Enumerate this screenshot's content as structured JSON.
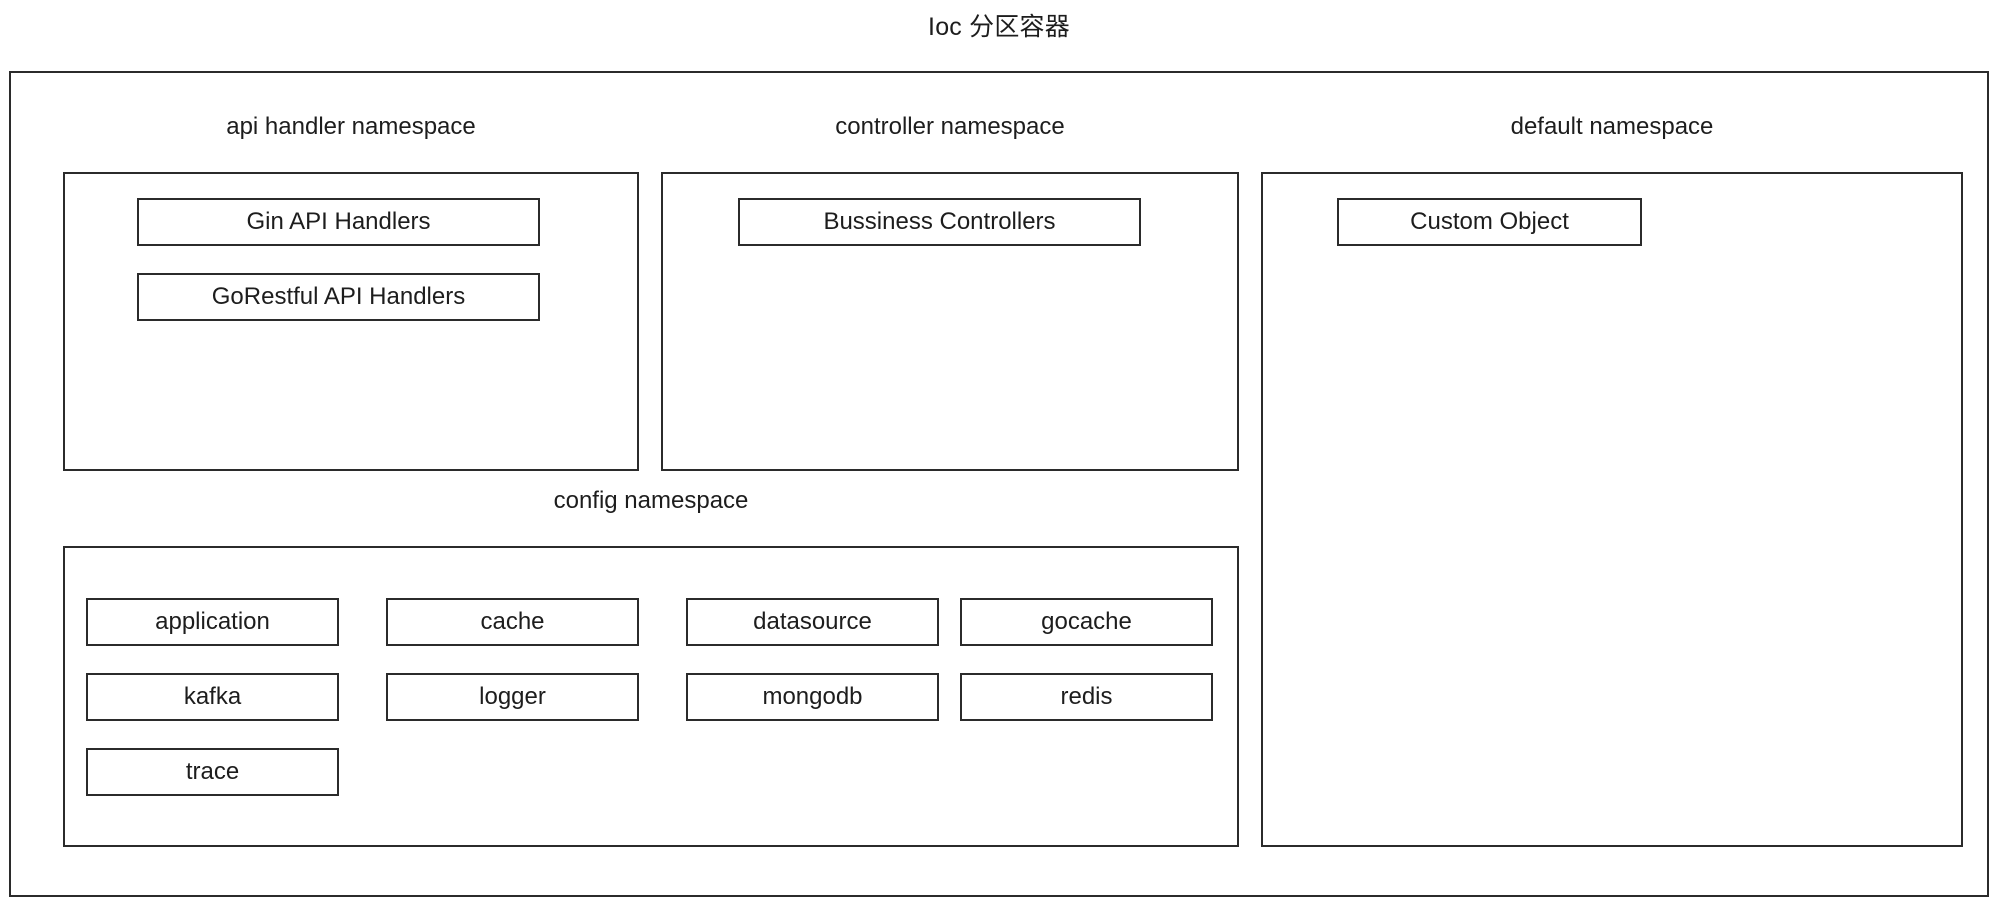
{
  "diagram": {
    "title": "Ioc 分区容器",
    "type": "nested-container-block-diagram",
    "colors": {
      "background": "#ffffff",
      "border": "#2b2b2b",
      "text": "#1d1d1d"
    }
  },
  "namespaces": {
    "api_handler": {
      "caption": "api handler namespace",
      "items": [
        {
          "label": "Gin API Handlers"
        },
        {
          "label": "GoRestful API Handlers"
        }
      ]
    },
    "controller": {
      "caption": "controller namespace",
      "items": [
        {
          "label": "Bussiness Controllers"
        }
      ]
    },
    "default": {
      "caption": "default namespace",
      "items": [
        {
          "label": "Custom Object"
        }
      ]
    },
    "config": {
      "caption": "config namespace",
      "items": [
        {
          "label": "application"
        },
        {
          "label": "cache"
        },
        {
          "label": "datasource"
        },
        {
          "label": "gocache"
        },
        {
          "label": "kafka"
        },
        {
          "label": "logger"
        },
        {
          "label": "mongodb"
        },
        {
          "label": "redis"
        },
        {
          "label": "trace"
        }
      ]
    }
  }
}
